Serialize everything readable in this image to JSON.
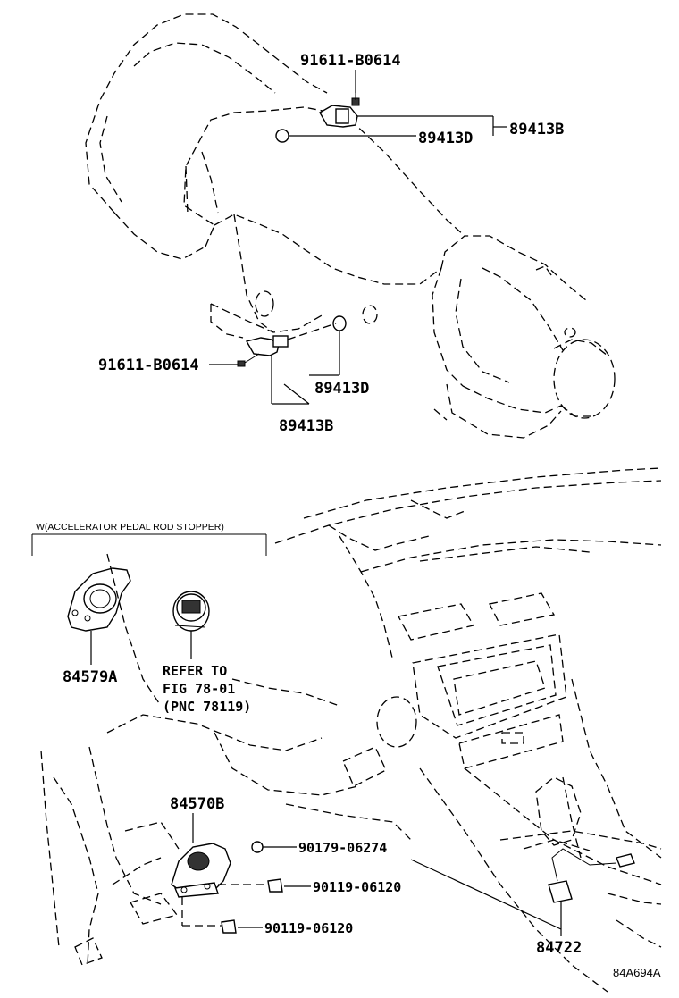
{
  "callouts": {
    "bolt_top": "91611-B0614",
    "oring_top": "89413D",
    "sensor_top": "89413B",
    "bolt_mid": "91611-B0614",
    "oring_mid": "89413D",
    "sensor_mid": "89413B",
    "stopper_note": "W(ACCELERATOR PEDAL ROD STOPPER)",
    "stopper": "84579A",
    "refer_line1": "REFER TO",
    "refer_line2": "FIG 78-01",
    "refer_line3": "(PNC 78119)",
    "pedal_sensor": "84570B",
    "clip": "90179-06274",
    "screw_1": "90119-06120",
    "screw_2": "90119-06120",
    "shift_switch": "84722",
    "diagram_code": "84A694A"
  }
}
